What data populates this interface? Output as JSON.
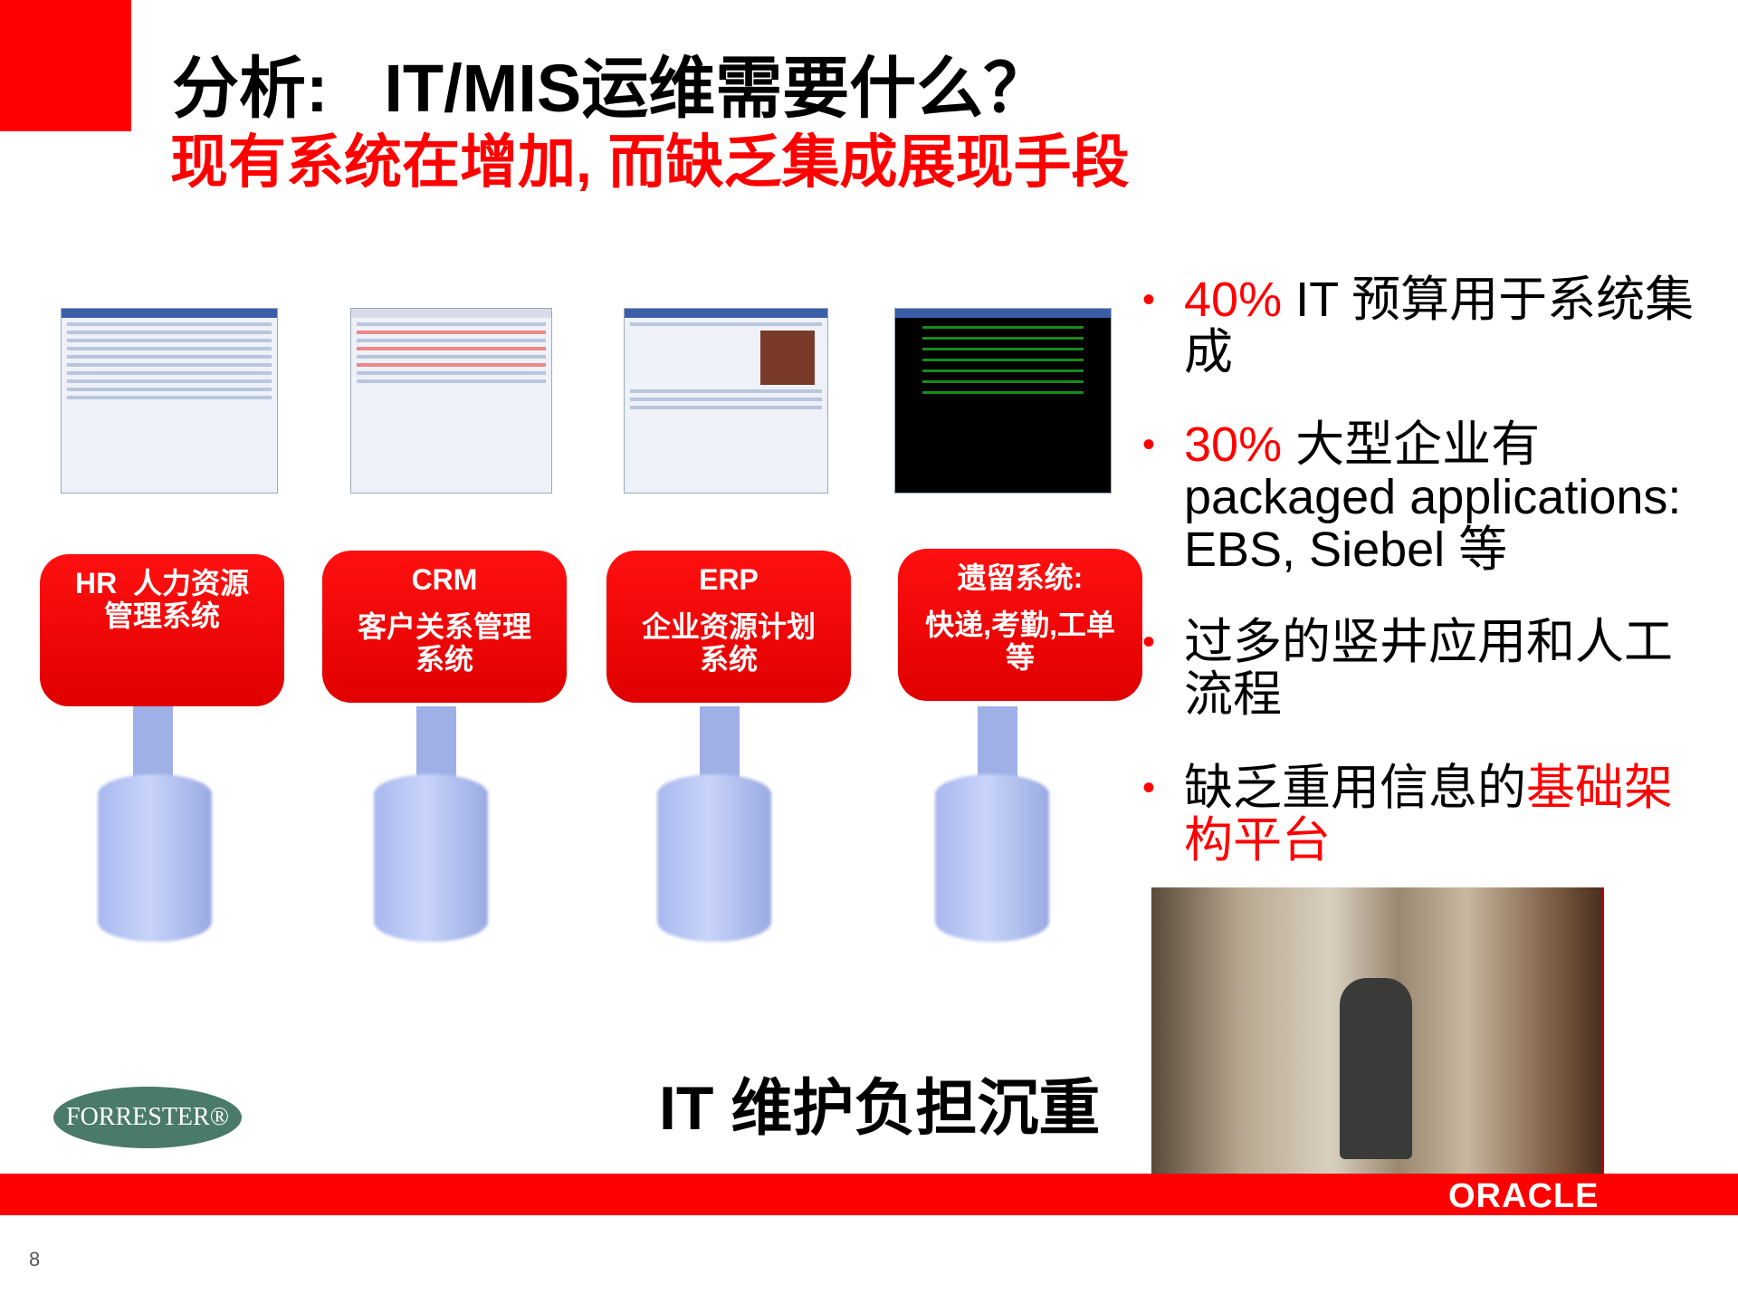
{
  "title": "分析:   IT/MIS运维需要什么？",
  "subtitle": "现有系统在增加, 而缺乏集成展现手段",
  "systems": [
    {
      "lines": [
        "HR  人力资源",
        "管理系统"
      ]
    },
    {
      "lines": [
        "CRM",
        "客户关系管理",
        "系统"
      ]
    },
    {
      "lines": [
        "ERP",
        "企业资源计划",
        "系统"
      ]
    },
    {
      "lines": [
        "遗留系统:",
        "快递,考勤,工单",
        "等"
      ]
    }
  ],
  "bullets": [
    {
      "highlight": "40%",
      "text": " IT 预算用于系统集成"
    },
    {
      "highlight": "30%",
      "text": " 大型企业有 packaged applications: EBS, Siebel 等"
    },
    {
      "highlight": "",
      "text": "过多的竖井应用和人工流程"
    },
    {
      "text": "缺乏重用信息的",
      "highlight_end": "基础架构平台"
    }
  ],
  "burden_caption": "IT 维护负担沉重",
  "forrester_logo": "FORRESTER®",
  "oracle_logo": "ORACLE",
  "page_number": "8",
  "colors": {
    "accent": "#ff0000",
    "db": "#9fb0e6",
    "forrester": "#4a7a6a"
  }
}
